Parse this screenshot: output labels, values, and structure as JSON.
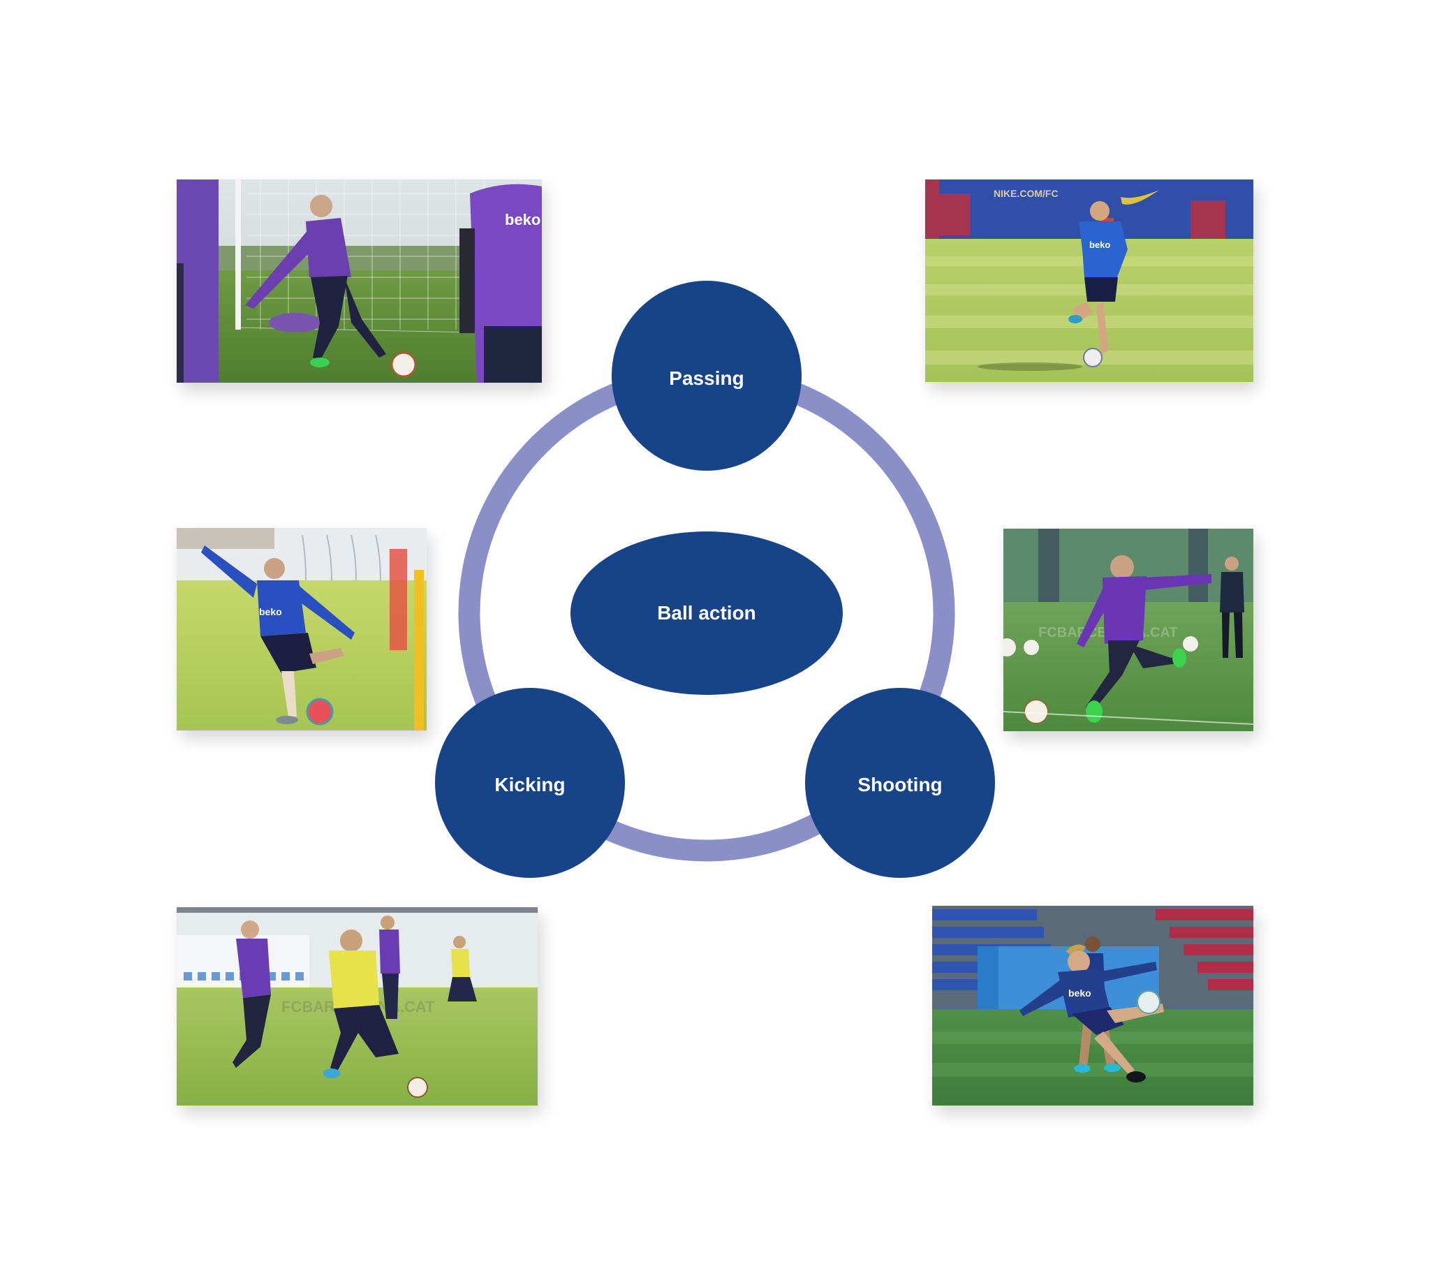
{
  "diagram": {
    "type": "cycle",
    "center": {
      "label": "Ball action",
      "shape": "ellipse"
    },
    "nodes": [
      {
        "id": "passing",
        "label": "Passing"
      },
      {
        "id": "kicking",
        "label": "Kicking"
      },
      {
        "id": "shooting",
        "label": "Shooting"
      }
    ],
    "colors": {
      "node_fill": "#174488",
      "ring": "#8B8FC8",
      "label_text": "#FFFFFF",
      "background": "#FFFFFF"
    }
  },
  "photos": [
    {
      "id": "photo-top-left",
      "description": "Player in purple training top passing the ball in front of a goal net",
      "kit": "purple"
    },
    {
      "id": "photo-top-right",
      "description": "Player in blue training shirt striking the ball on a sunny pitch",
      "background_text": "NIKE.COM/FC",
      "kit": "blue"
    },
    {
      "id": "photo-middle-left",
      "description": "Player in blue long-sleeve top kicking a ball near yellow mannequins",
      "shirt_text": "beko",
      "kit": "blue"
    },
    {
      "id": "photo-middle-right",
      "description": "Player in purple top shooting with coach watching in background",
      "kit": "purple"
    },
    {
      "id": "photo-bottom-left",
      "description": "Training match with players in purple kits and yellow bibs",
      "watermark": "FCBARCELONA.CAT",
      "kit": "purple"
    },
    {
      "id": "photo-bottom-right",
      "description": "Player in blue top volleying the ball in a stadium",
      "shirt_text": "beko",
      "kit": "blue"
    }
  ]
}
